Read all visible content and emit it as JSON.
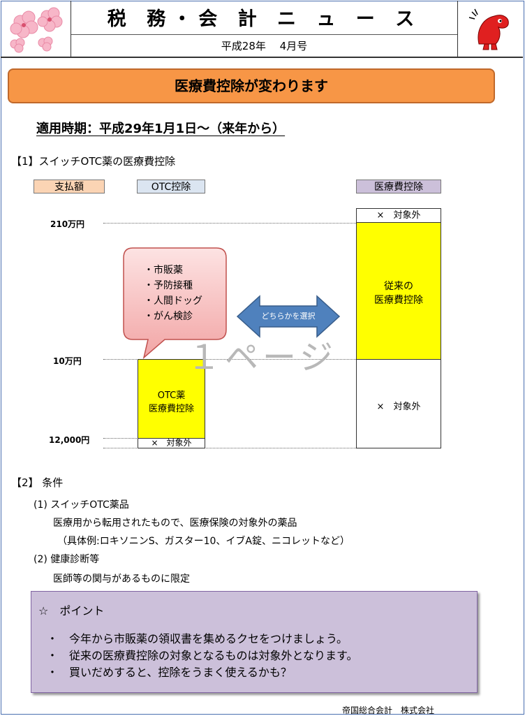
{
  "header": {
    "title": "税 務・会 計 ニ ュ ー ス",
    "issue": "平成28年　 4月号"
  },
  "banner": {
    "title": "医療費控除が変わります"
  },
  "period": "適用時期：平成29年1月1日～（来年から）",
  "section1": {
    "heading": "【1】スイッチOTC薬の医療費控除",
    "label_paid": "支払額",
    "label_otc": "OTC控除",
    "label_medical": "医療費控除",
    "axis": {
      "y210": "210万円",
      "y10": "10万円",
      "y12k": "12,000円"
    },
    "callout": [
      "・市販薬",
      "・予防接種",
      "・人間ドッグ",
      "・がん検診"
    ],
    "arrow_label": "どちらかを選択",
    "otc_bar": {
      "label_line1": "OTC薬",
      "label_line2": "医療費控除",
      "excluded": "×　対象外"
    },
    "medical_bar": {
      "top_excluded": "×　対象外",
      "label_line1": "従来の",
      "label_line2": "医療費控除",
      "bottom_excluded": "×　対象外"
    },
    "watermark": "１ページ"
  },
  "section2": {
    "heading": "【2】 条件",
    "items": [
      "(1) スイッチOTC薬品",
      "医療用から転用されたもので、医療保険の対象外の薬品",
      "（具体例:ロキソニンS、ガスター10、イブA錠、ニコレットなど）",
      "(2) 健康診断等",
      "医師等の関与があるものに限定"
    ]
  },
  "point": {
    "title": "☆　ポイント",
    "items": [
      "・　今年から市販薬の領収書を集めるクセをつけましょう。",
      "・　従来の医療費控除の対象となるものは対象外となります。",
      "・　買いだめすると、控除をうまく使えるかも？"
    ]
  },
  "footer": "帝国総合会計　株式会社",
  "colors": {
    "banner": "#f79646",
    "bar": "#ffff00",
    "point_box": "#ccc0da",
    "arrow": "#4f81bd"
  }
}
